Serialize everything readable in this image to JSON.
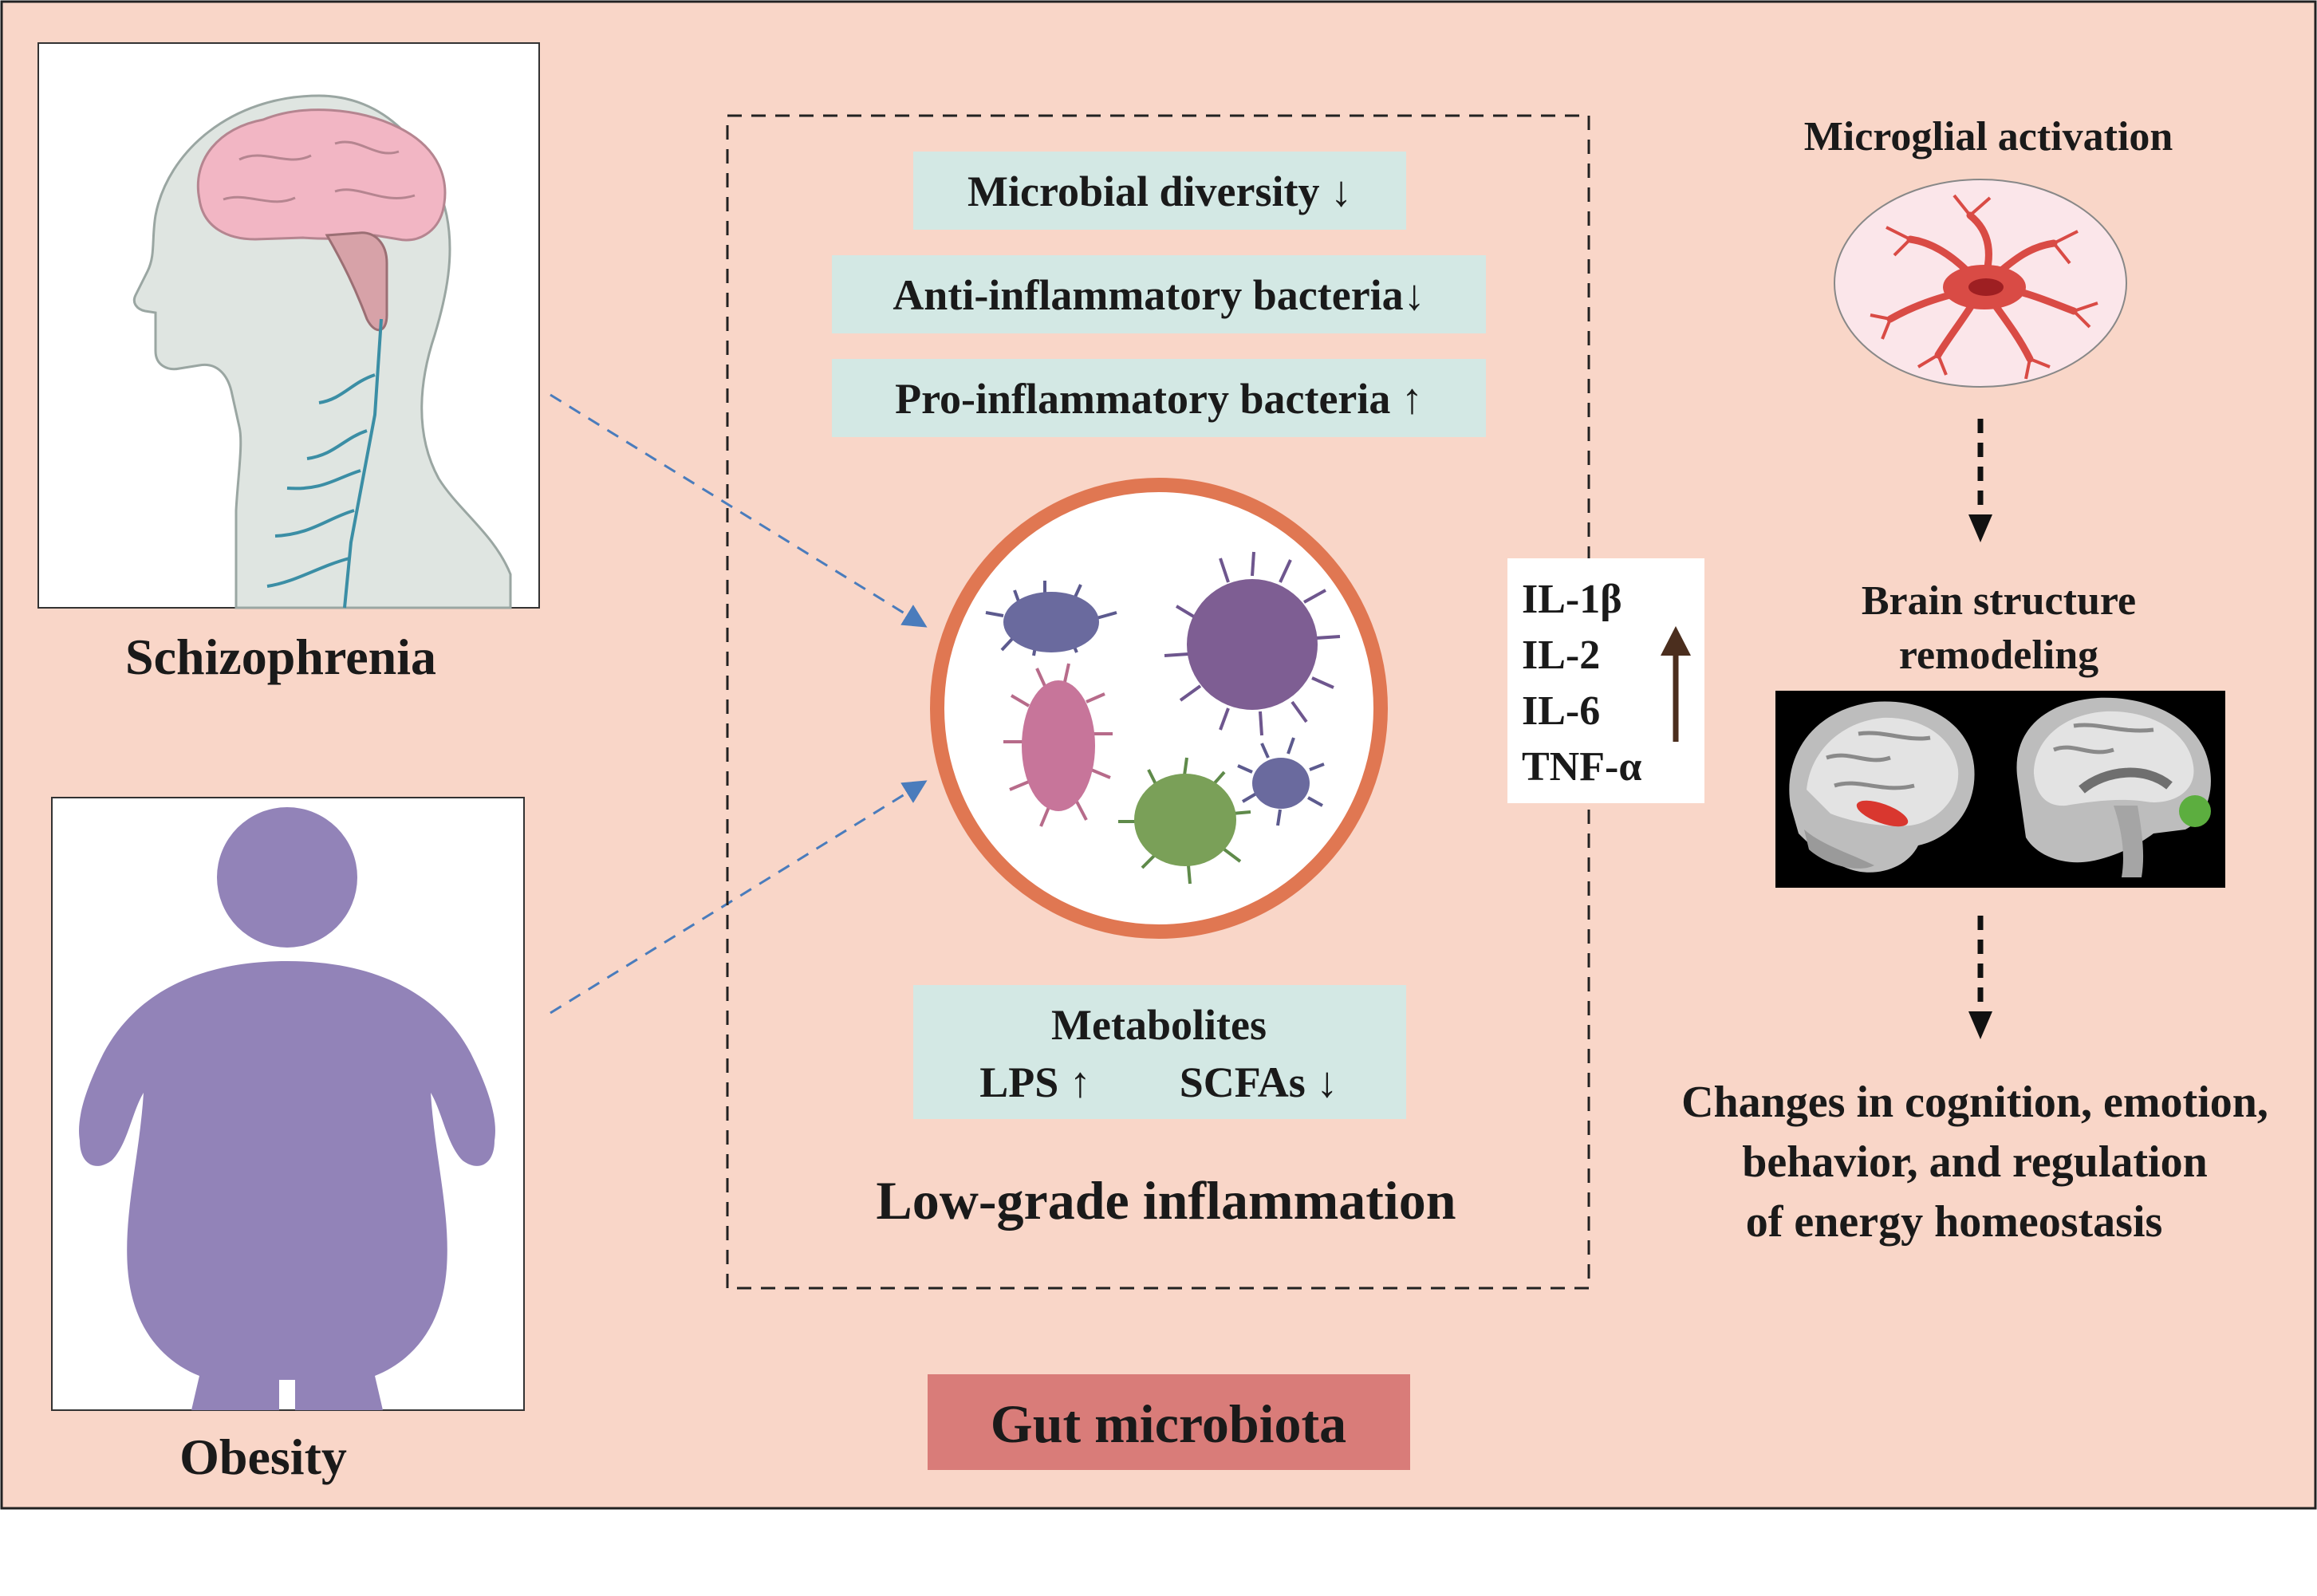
{
  "colors": {
    "background": "#f9d6c8",
    "teal_box": "#d3e8e4",
    "gut_label_box": "#d97c79",
    "ring": "#e07752",
    "brain_pink": "#f2b6c4",
    "body_purple": "#9283b8",
    "arrow_blue": "#4a7cbc",
    "cytokine_arrow": "#4b2e1e"
  },
  "left": {
    "schizophrenia_label": "Schizophrenia",
    "obesity_label": "Obesity"
  },
  "center": {
    "boxes": [
      "Microbial diversity ↓",
      "Anti-inflammatory bacteria↓",
      "Pro-inflammatory bacteria ↑"
    ],
    "metabolites_title": "Metabolites",
    "lps": "LPS ↑",
    "scfas": "SCFAs ↓",
    "inflammation_label": "Low-grade inflammation",
    "gut_label": "Gut microbiota"
  },
  "cytokines": [
    "IL-1β",
    "IL-2",
    "IL-6",
    "TNF-α"
  ],
  "right": {
    "microglia_title": "Microglial activation",
    "brain_title_line1": "Brain structure",
    "brain_title_line2": "remodeling",
    "outcome_line1": "Changes in cognition, emotion,",
    "outcome_line2": "behavior, and regulation",
    "outcome_line3": "of energy homeostasis"
  }
}
